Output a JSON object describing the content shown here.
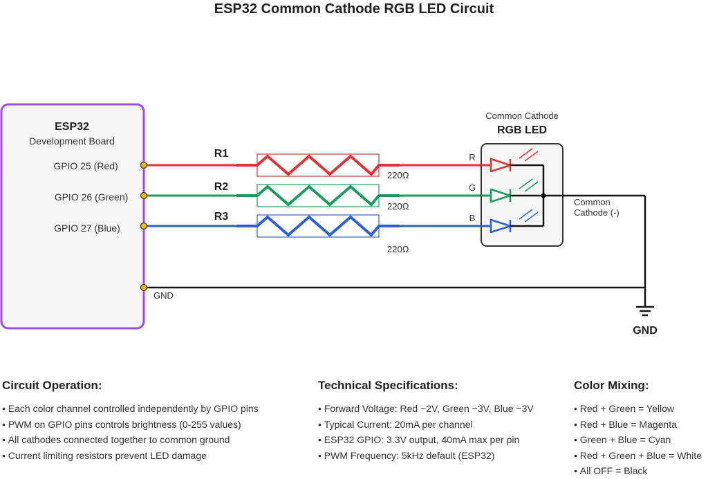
{
  "title": "ESP32 Common Cathode RGB LED Circuit",
  "board": {
    "name": "ESP32",
    "subtitle": "Development Board",
    "pins": [
      "GPIO 25 (Red)",
      "GPIO 26 (Green)",
      "GPIO 27 (Blue)"
    ],
    "gnd_label": "GND"
  },
  "resistors": [
    {
      "name": "R1",
      "value": "220Ω"
    },
    {
      "name": "R2",
      "value": "220Ω"
    },
    {
      "name": "R3",
      "value": "220Ω"
    }
  ],
  "led": {
    "caption": "Common Cathode",
    "title": "RGB LED",
    "channels": [
      "R",
      "G",
      "B"
    ],
    "cathode_label_line1": "Common",
    "cathode_label_line2": "Cathode (-)"
  },
  "ground_label": "GND",
  "colors": {
    "red": "#dd3333",
    "green": "#1a9a5c",
    "blue": "#2b5fd9",
    "board_border": "#9b4dea",
    "pin_dot": "#f5b800",
    "wire": "#111111"
  },
  "notes": {
    "operation": {
      "heading": "Circuit Operation:",
      "items": [
        "Each color channel controlled independently by GPIO pins",
        "PWM on GPIO pins controls brightness (0-255 values)",
        "All cathodes connected together to common ground",
        "Current limiting resistors prevent LED damage"
      ]
    },
    "specs": {
      "heading": "Technical Specifications:",
      "items": [
        "Forward Voltage: Red ~2V, Green ~3V, Blue ~3V",
        "Typical Current: 20mA per channel",
        "ESP32 GPIO: 3.3V output, 40mA max per pin",
        "PWM Frequency: 5kHz default (ESP32)"
      ]
    },
    "mixing": {
      "heading": "Color Mixing:",
      "items": [
        "Red + Green = Yellow",
        "Red + Blue = Magenta",
        "Green + Blue = Cyan",
        "Red + Green + Blue = White",
        "All OFF = Black"
      ]
    }
  }
}
